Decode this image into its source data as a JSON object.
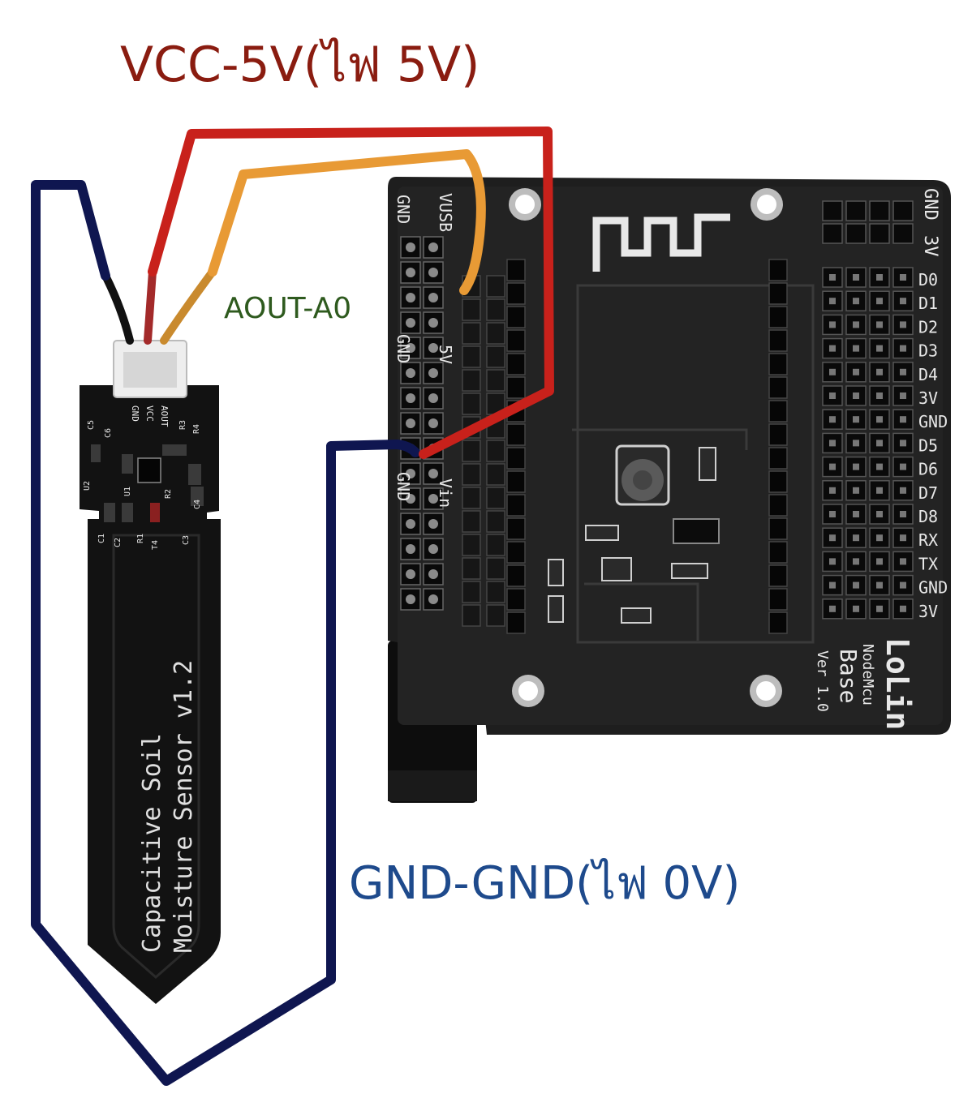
{
  "colors": {
    "vcc_wire": "#c8211b",
    "aout_wire": "#e89a35",
    "gnd_wire": "#0f1650",
    "vcc_label": "#8a1c10",
    "aout_label": "#2e5a1e",
    "gnd_label": "#1e4a8c",
    "pcb": "#1c1c1c",
    "silkscreen": "#e8e8e8"
  },
  "labels": {
    "vcc": "VCC-5V(ไฟ 5V)",
    "aout": "AOUT-A0",
    "gnd": "GND-GND(ไฟ 0V)"
  },
  "sensor": {
    "title_line1": "Capacitive Soil",
    "title_line2": "Moisture Sensor  v1.2",
    "pins": [
      "GND",
      "VCC",
      "AOUT"
    ],
    "components": [
      "C5",
      "C6",
      "R3",
      "R4",
      "U2",
      "U1",
      "R2",
      "C4",
      "C1",
      "C2",
      "R1",
      "T4",
      "C3"
    ]
  },
  "board": {
    "brand": "LoLin",
    "model": "NodeMcu",
    "model2": "Base",
    "version": "Ver 1.0",
    "right_pins": [
      "D0",
      "D1",
      "D2",
      "D3",
      "D4",
      "3V",
      "GND",
      "D5",
      "D6",
      "D7",
      "D8",
      "RX",
      "TX",
      "GND",
      "3V"
    ],
    "top_right_pins": [
      "GND",
      "3V"
    ],
    "left_top_labels": [
      "GND",
      "VUSB"
    ],
    "left_mid_labels": [
      "GND",
      "5V"
    ],
    "left_bottom_labels": [
      "GND",
      "Vin"
    ]
  }
}
